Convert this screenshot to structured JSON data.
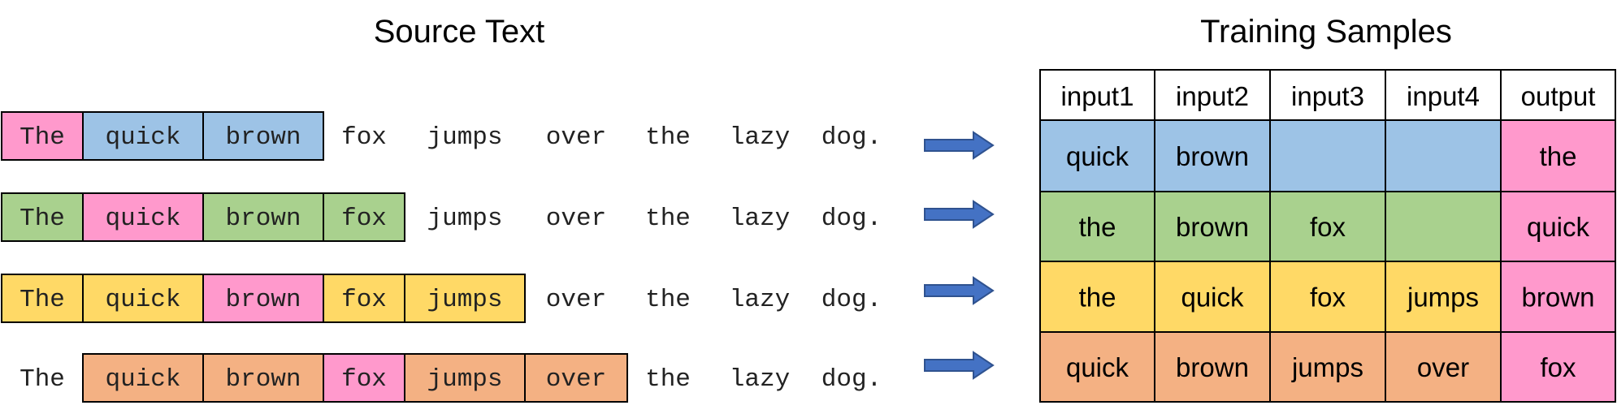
{
  "source": {
    "title": "Source Text",
    "rows": [
      {
        "words": [
          "The",
          "quick",
          "brown",
          "fox",
          "jumps",
          "over",
          "the",
          "lazy",
          "dog."
        ],
        "boxes": [
          {
            "start": 0,
            "end": 0,
            "role": "target"
          },
          {
            "start": 1,
            "end": 2,
            "role": "context"
          }
        ]
      },
      {
        "words": [
          "The",
          "quick",
          "brown",
          "fox",
          "jumps",
          "over",
          "the",
          "lazy",
          "dog."
        ],
        "boxes": [
          {
            "start": 0,
            "end": 0,
            "role": "context"
          },
          {
            "start": 1,
            "end": 1,
            "role": "target"
          },
          {
            "start": 2,
            "end": 3,
            "role": "context"
          }
        ]
      },
      {
        "words": [
          "The",
          "quick",
          "brown",
          "fox",
          "jumps",
          "over",
          "the",
          "lazy",
          "dog."
        ],
        "boxes": [
          {
            "start": 0,
            "end": 1,
            "role": "context"
          },
          {
            "start": 2,
            "end": 2,
            "role": "target"
          },
          {
            "start": 3,
            "end": 4,
            "role": "context"
          }
        ]
      },
      {
        "words": [
          "The",
          "quick",
          "brown",
          "fox",
          "jumps",
          "over",
          "the",
          "lazy",
          "dog."
        ],
        "boxes": [
          {
            "start": 1,
            "end": 2,
            "role": "context"
          },
          {
            "start": 3,
            "end": 3,
            "role": "target"
          },
          {
            "start": 4,
            "end": 5,
            "role": "context"
          }
        ]
      }
    ]
  },
  "table": {
    "title": "Training Samples",
    "headers": [
      "input1",
      "input2",
      "input3",
      "input4",
      "output"
    ],
    "rows": [
      [
        "quick",
        "brown",
        "",
        "",
        "the"
      ],
      [
        "the",
        "brown",
        "fox",
        "",
        "quick"
      ],
      [
        "the",
        "quick",
        "fox",
        "jumps",
        "brown"
      ],
      [
        "quick",
        "brown",
        "jumps",
        "over",
        "fox"
      ]
    ]
  },
  "colors": {
    "target": "#ff99cc",
    "rows": [
      "#9dc3e6",
      "#a9d18e",
      "#ffd966",
      "#f4b183"
    ],
    "arrow": "#4472c4"
  }
}
